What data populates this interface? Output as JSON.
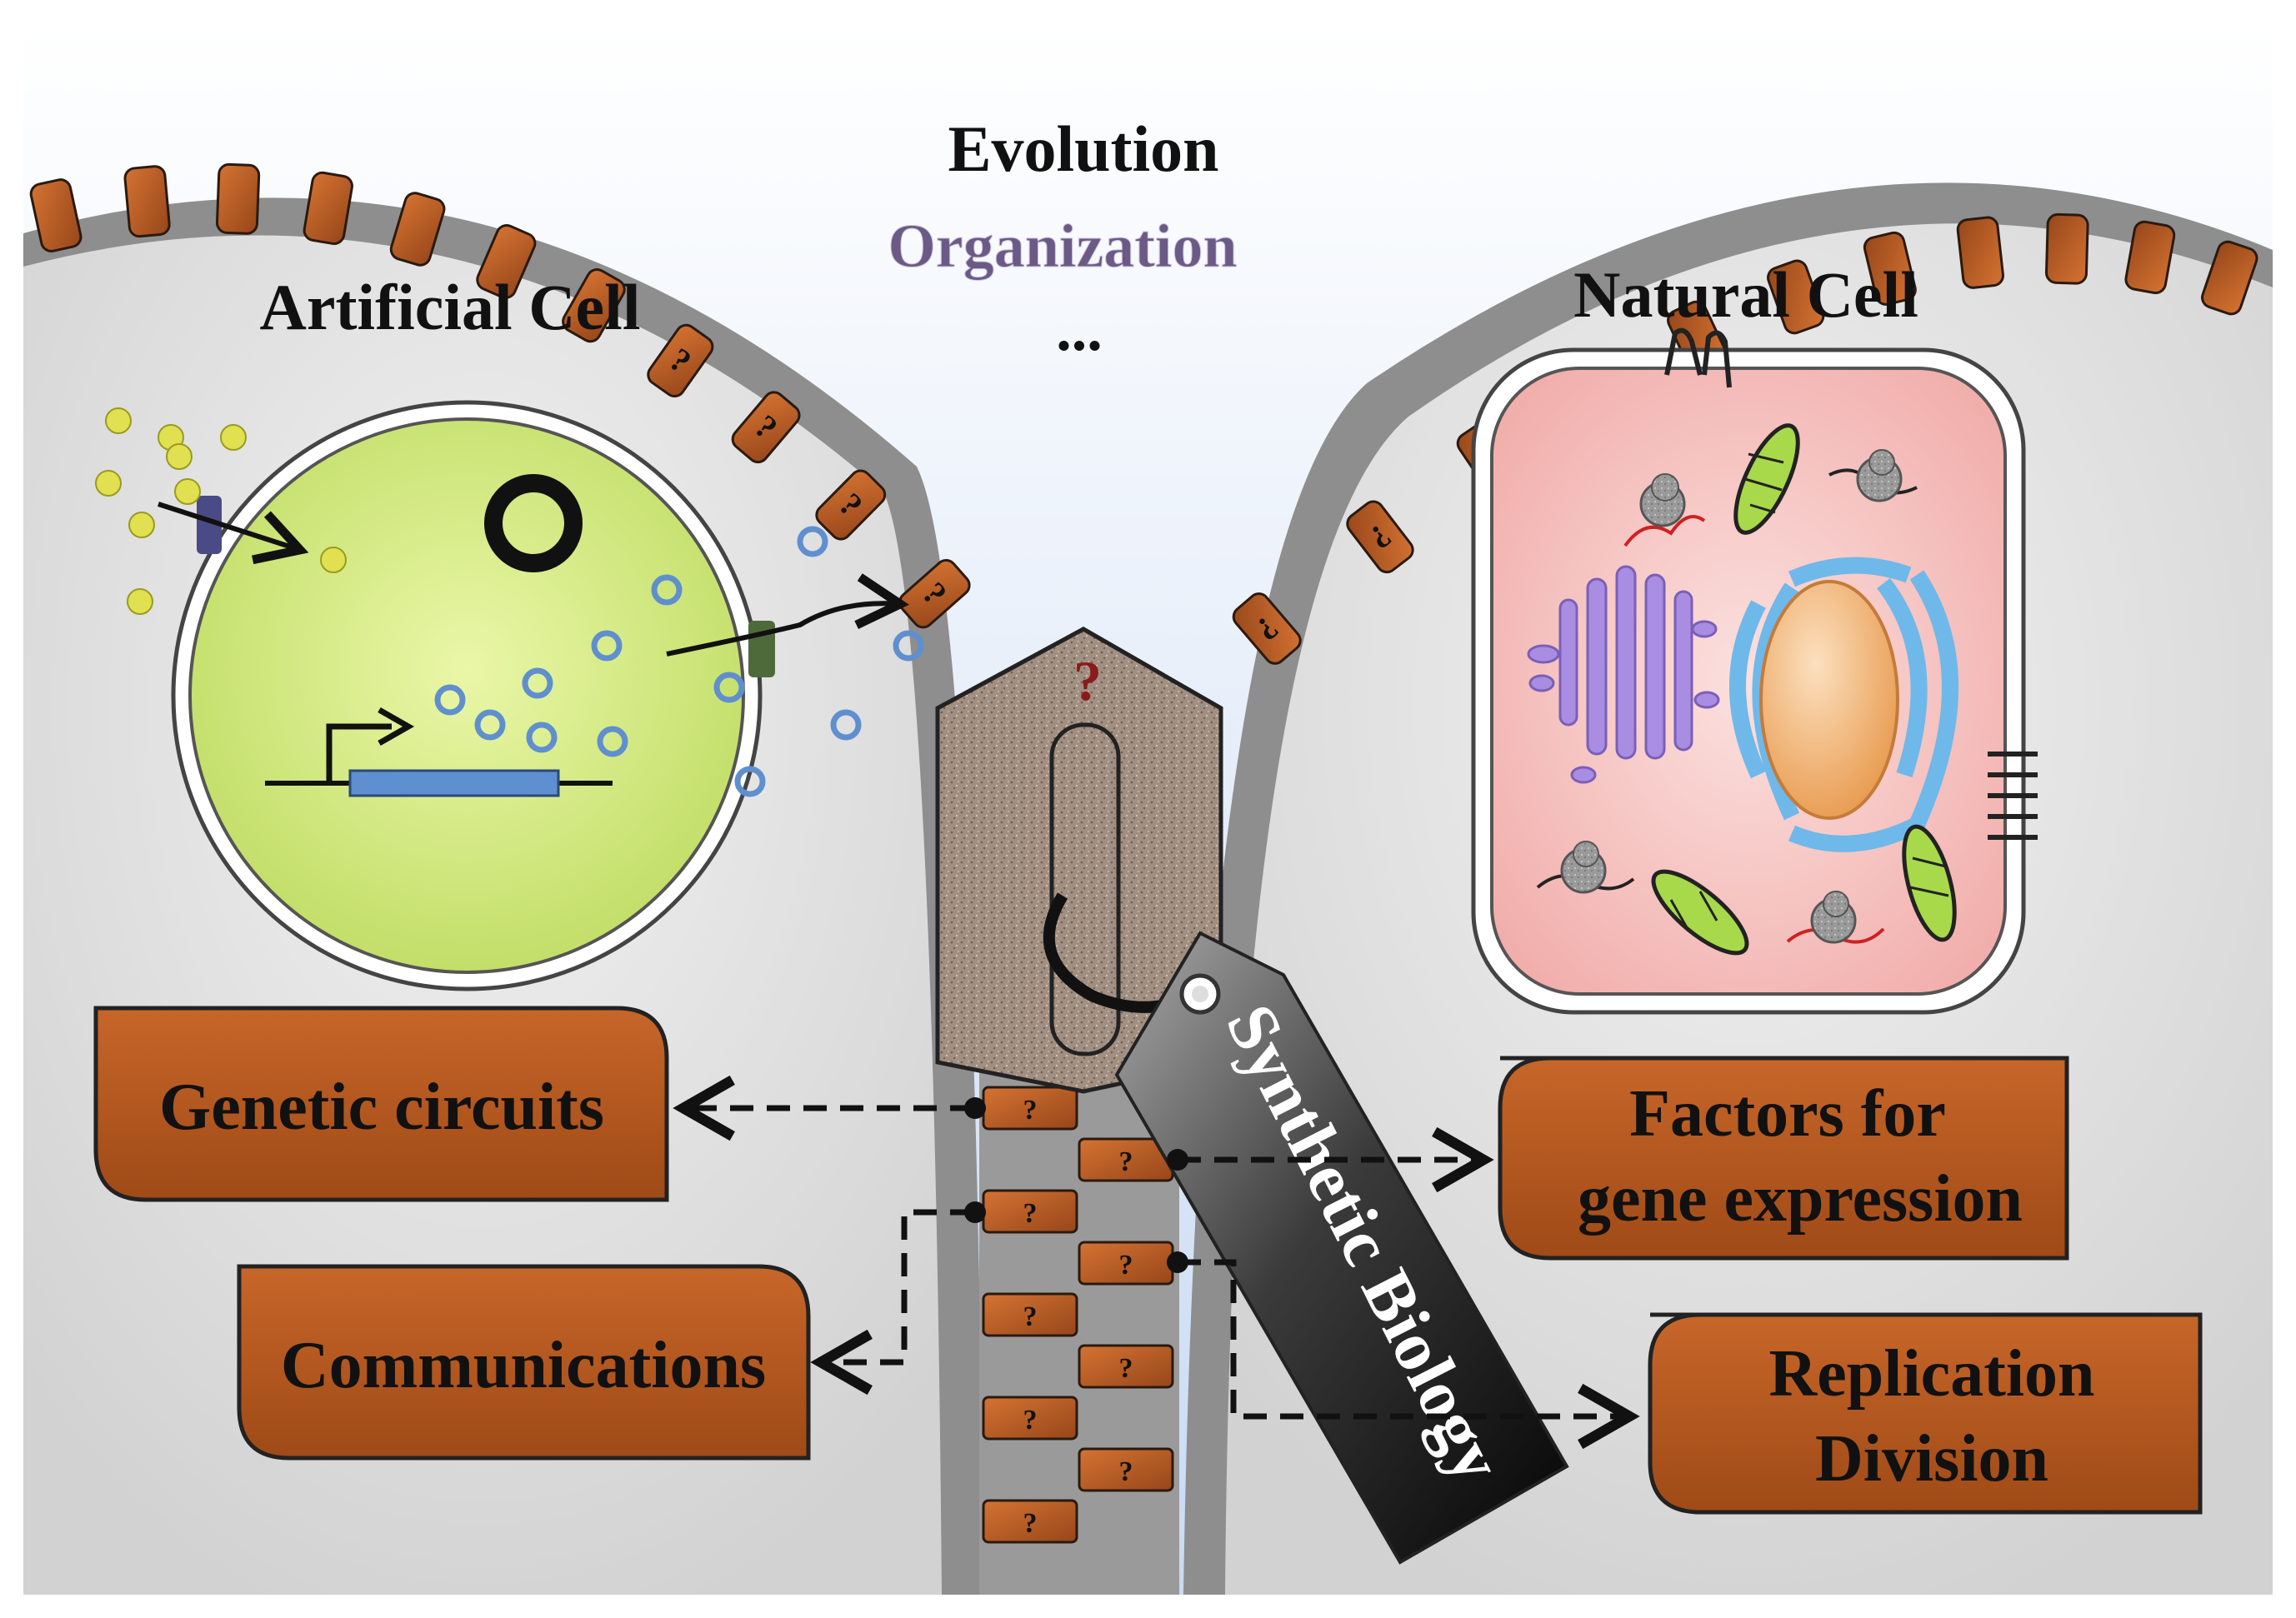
{
  "header": {
    "line1": "Evolution",
    "line2": "Organization",
    "line3": "..."
  },
  "artificial_cell": {
    "title": "Artificial Cell"
  },
  "natural_cell": {
    "title": "Natural Cell"
  },
  "zipper": {
    "lock_mark": "?",
    "tooth_mark": "?"
  },
  "tag": {
    "label": "Synthetic Biology"
  },
  "boxes": {
    "genetic_circuits": "Genetic circuits",
    "communications": "Communications",
    "factors_line1": "Factors for",
    "factors_line2": "gene expression",
    "replication_line1": "Replication",
    "replication_line2": "Division"
  },
  "colors": {
    "zipper_tooth": "#b5581f",
    "box_fill": "#b4561f",
    "artificial_cytoplasm": "#d6ec7e",
    "natural_cytoplasm": "#f7c9c6",
    "sky": "#d6e4f7",
    "cell_body": "#e3e3e3",
    "membrane": "#8f8f8f",
    "tag": "#1c1c1c"
  }
}
